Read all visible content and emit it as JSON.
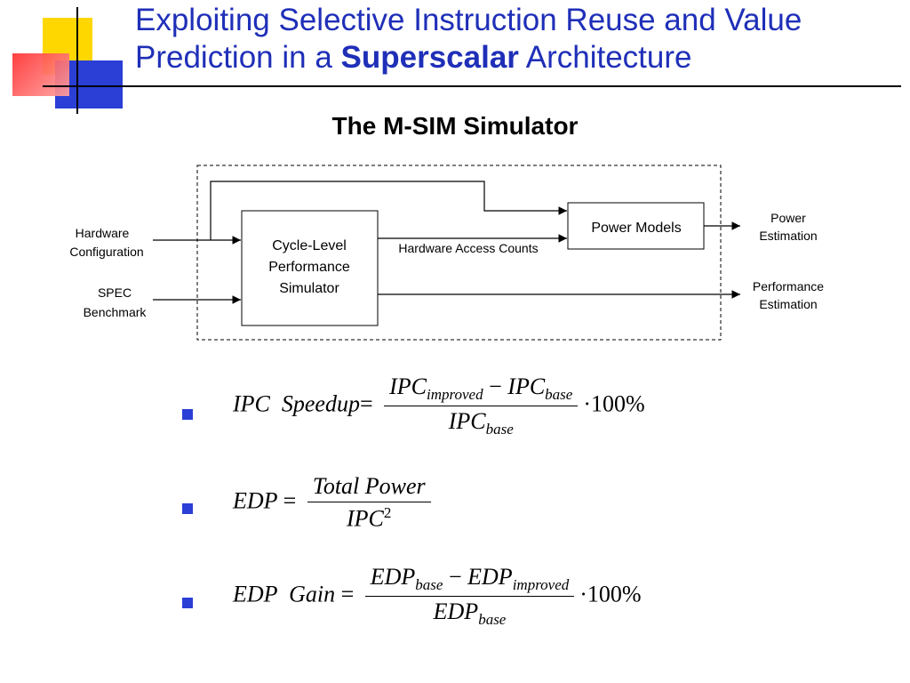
{
  "slide": {
    "title_line1": "Exploiting Selective Instruction Reuse and Value",
    "title_line2_pre": "Prediction in a ",
    "title_line2_bold": "Superscalar",
    "title_line2_post": " Architecture",
    "subtitle": "The M-SIM Simulator",
    "colors": {
      "title": "#1f2fb8",
      "bullet": "#2b3fd6",
      "deco_yellow": "#ffd700",
      "deco_red": "#ff4040",
      "deco_blue": "#2b3fd6"
    }
  },
  "diagram": {
    "inputs": {
      "hardware_line1": "Hardware",
      "hardware_line2": "Configuration",
      "spec_line1": "SPEC",
      "spec_line2": "Benchmark"
    },
    "simulator_line1": "Cycle-Level",
    "simulator_line2": "Performance",
    "simulator_line3": "Simulator",
    "power_models": "Power Models",
    "access_counts": "Hardware Access Counts",
    "outputs": {
      "power_line1": "Power",
      "power_line2": "Estimation",
      "perf_line1": "Performance",
      "perf_line2": "Estimation"
    }
  },
  "equations": {
    "ipc_speedup": {
      "lhs": "IPC  Speedup",
      "num_a": "IPC",
      "num_a_sub": "improved",
      "minus": "−",
      "num_b": "IPC",
      "num_b_sub": "base",
      "den": "IPC",
      "den_sub": "base",
      "tail": "·100%"
    },
    "edp": {
      "lhs": "EDP",
      "num": "Total Power",
      "den": "IPC",
      "den_sup": "2"
    },
    "edp_gain": {
      "lhs": "EDP  Gain",
      "num_a": "EDP",
      "num_a_sub": "base",
      "minus": "−",
      "num_b": "EDP",
      "num_b_sub": "improved",
      "den": "EDP",
      "den_sub": "base",
      "tail": "·100%"
    }
  }
}
